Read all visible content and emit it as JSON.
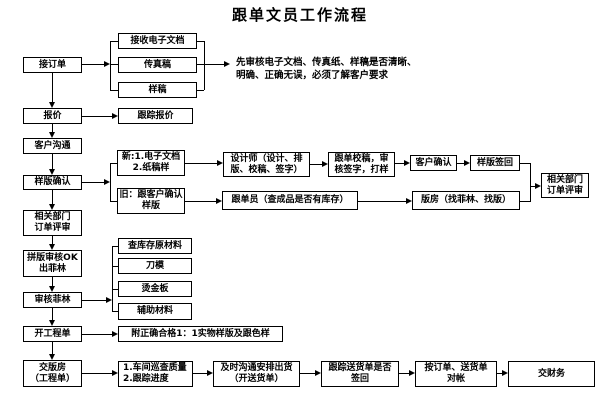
{
  "title": "跟单文员工作流程",
  "colors": {
    "line": "#000000",
    "box_background": "#ffffff",
    "text": "#000000",
    "page_background": "#ffffff"
  },
  "note": "先审核电子文档、传真纸、样稿是否清晰、\n明确、正确无误，必须了解客户要求",
  "nodes": {
    "receive_order": "接订单",
    "receive_edoc": "接收电子文档",
    "fax_draft": "传真稿",
    "sample_draft": "样稿",
    "quote": "报价",
    "track_quote": "跟踪报价",
    "customer_comm": "客户沟通",
    "sample_confirm": "样版确认",
    "new_branch": "新:1.电子文档\n2.纸稿样",
    "old_branch": "旧：跟客户确认\n样版",
    "designer": "设计师（设计、排\n版、校稿、签字）",
    "proof_check": "跟单校稿，审\n核签字，打样",
    "customer_confirm": "客户确认",
    "sample_signback": "样版签回",
    "merchandiser_check": "跟单员（查成品是否有库存）",
    "plate_room_find": "版房（找菲林、找版）",
    "dept_review_right": "相关部门\n订单评审",
    "dept_review_left": "相关部门\n订单评审",
    "imposition_ok": "拼版审核OK\n出菲林",
    "review_film": "审核菲林",
    "check_stock": "查库存原材料",
    "die_mold": "刀模",
    "stamping_plate": "烫金板",
    "aux_material": "辅助材料",
    "open_order": "开工程单",
    "attach_sample": "附正确合格1：1实物样版及跟色样",
    "deliver_plate_room": "交版房\n（工程单）",
    "workshop_check": "1.车间巡查质量\n2.跟踪进度",
    "arrange_shipment": "及时沟通安排出货\n（开送货单）",
    "track_delivery": "跟踪送货单是否\n签回",
    "reconcile": "按订单、送货单\n对帐",
    "to_finance": "交财务"
  }
}
